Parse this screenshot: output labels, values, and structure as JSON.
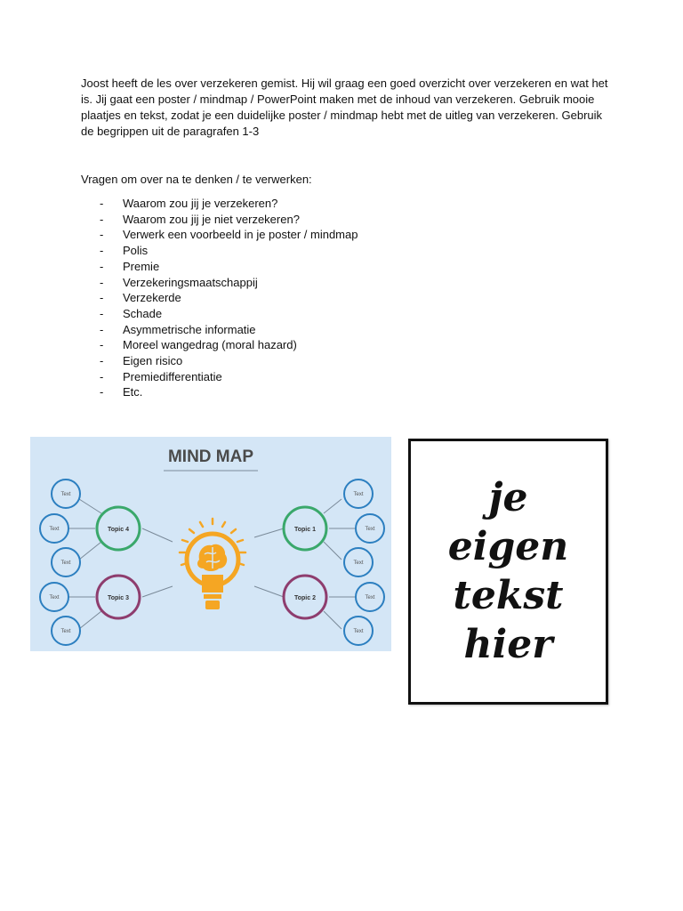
{
  "intro": {
    "text": "Joost heeft de les over verzekeren gemist. Hij wil graag een goed overzicht over verzekeren en wat het is. Jij gaat een poster / mindmap / PowerPoint maken met de inhoud van verzekeren. Gebruik mooie plaatjes en tekst, zodat je een duidelijke poster / mindmap hebt met de uitleg van verzekeren. Gebruik de begrippen uit de paragrafen 1-3"
  },
  "questions": {
    "heading": "Vragen om over na te denken / te verwerken:",
    "dash": "-",
    "items": [
      "Waarom zou jij je verzekeren?",
      "Waarom zou jij je niet verzekeren?",
      "Verwerk een voorbeeld in je poster / mindmap",
      "Polis",
      "Premie",
      "Verzekeringsmaatschappij",
      "Verzekerde",
      "Schade",
      "Asymmetrische informatie",
      "Moreel wangedrag (moral hazard)",
      "Eigen risico",
      "Premiedifferentiatie",
      "Etc."
    ]
  },
  "mindmap": {
    "title": "MIND MAP",
    "topic1": "Topic 1",
    "topic2": "Topic 2",
    "topic3": "Topic 3",
    "topic4": "Topic 4",
    "leaf": "Text",
    "colors": {
      "background": "#d4e6f6",
      "topic_green": "#3aa86b",
      "topic_purple": "#8e3d6e",
      "leaf_blue": "#2c7fc0",
      "bulb": "#f5a623",
      "title": "#4a4a4a"
    }
  },
  "poster": {
    "line1": "je",
    "line2": "eigen",
    "line3": "tekst",
    "line4": "hier"
  }
}
